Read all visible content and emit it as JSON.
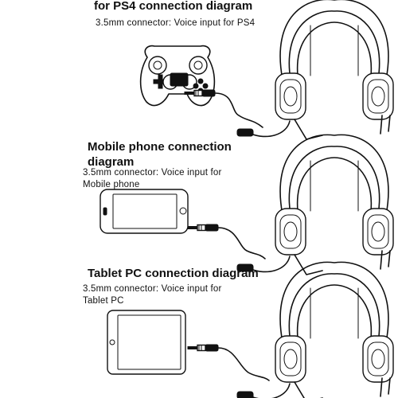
{
  "sections": [
    {
      "title": "for PS4 connection diagram",
      "caption": "3.5mm connector: Voice input for PS4",
      "device_icon": "gamepad-icon"
    },
    {
      "title": "Mobile phone connection\ndiagram",
      "caption": "3.5mm connector: Voice input for\nMobile phone",
      "device_icon": "smartphone-icon"
    },
    {
      "title": "Tablet PC connection diagram",
      "caption": "3.5mm connector: Voice input for\nTablet PC",
      "device_icon": "tablet-icon"
    }
  ],
  "icons": {
    "headset": "headset-icon",
    "plug": "audio-plug-icon"
  }
}
